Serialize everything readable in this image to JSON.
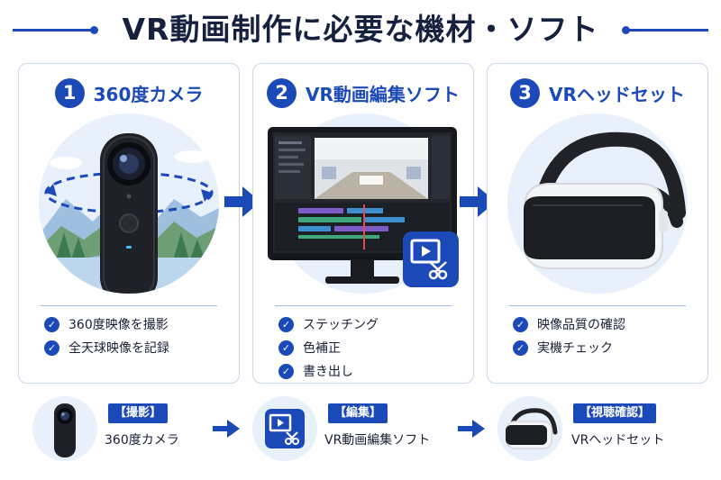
{
  "title": "VR動画制作に必要な機材・ソフト",
  "colors": {
    "accent": "#1b49b8",
    "panel_border": "#c9d6ee",
    "circle_bg": "#e8f0fb",
    "camera_body": "#1f2127"
  },
  "steps": [
    {
      "number": "1",
      "title": "360度カメラ",
      "icon": "360-camera-icon",
      "checks": [
        "360度映像を撮影",
        "全天球映像を記録"
      ]
    },
    {
      "number": "2",
      "title": "VR動画編集ソフト",
      "icon": "editing-software-icon",
      "checks": [
        "ステッチング",
        "色補正",
        "書き出し"
      ]
    },
    {
      "number": "3",
      "title": "VRヘッドセット",
      "icon": "vr-headset-icon",
      "checks": [
        "映像品質の確認",
        "実機チェック"
      ]
    }
  ],
  "flow": [
    {
      "tag": "【撮影】",
      "name": "360度カメラ"
    },
    {
      "tag": "【編集】",
      "name": "VR動画編集ソフト"
    },
    {
      "tag": "【視聴確認】",
      "name": "VRヘッドセット"
    }
  ]
}
